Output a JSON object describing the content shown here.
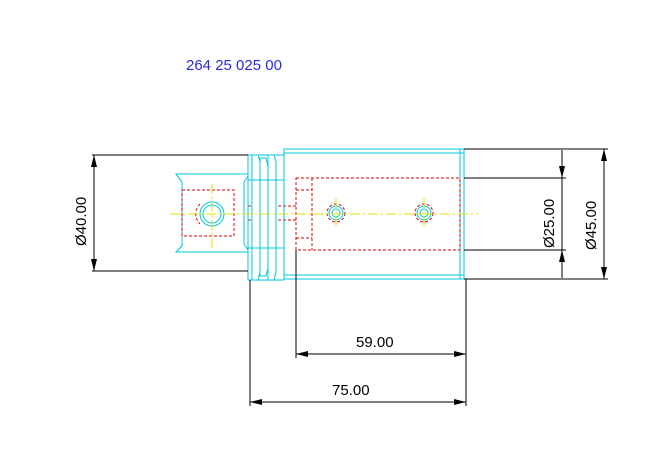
{
  "drawing": {
    "part_number": "264 25 025 00",
    "dimensions": {
      "length_overall": "75.00",
      "length_inner": "59.00",
      "diameter_left": "Ø40.00",
      "diameter_bore": "Ø25.00",
      "diameter_body": "Ø45.00"
    },
    "colors": {
      "outline": "#00c8e0",
      "hidden": "#e00000",
      "centerline": "#e8e000",
      "dimension": "#000000",
      "part_number": "#2a2ad8"
    }
  }
}
